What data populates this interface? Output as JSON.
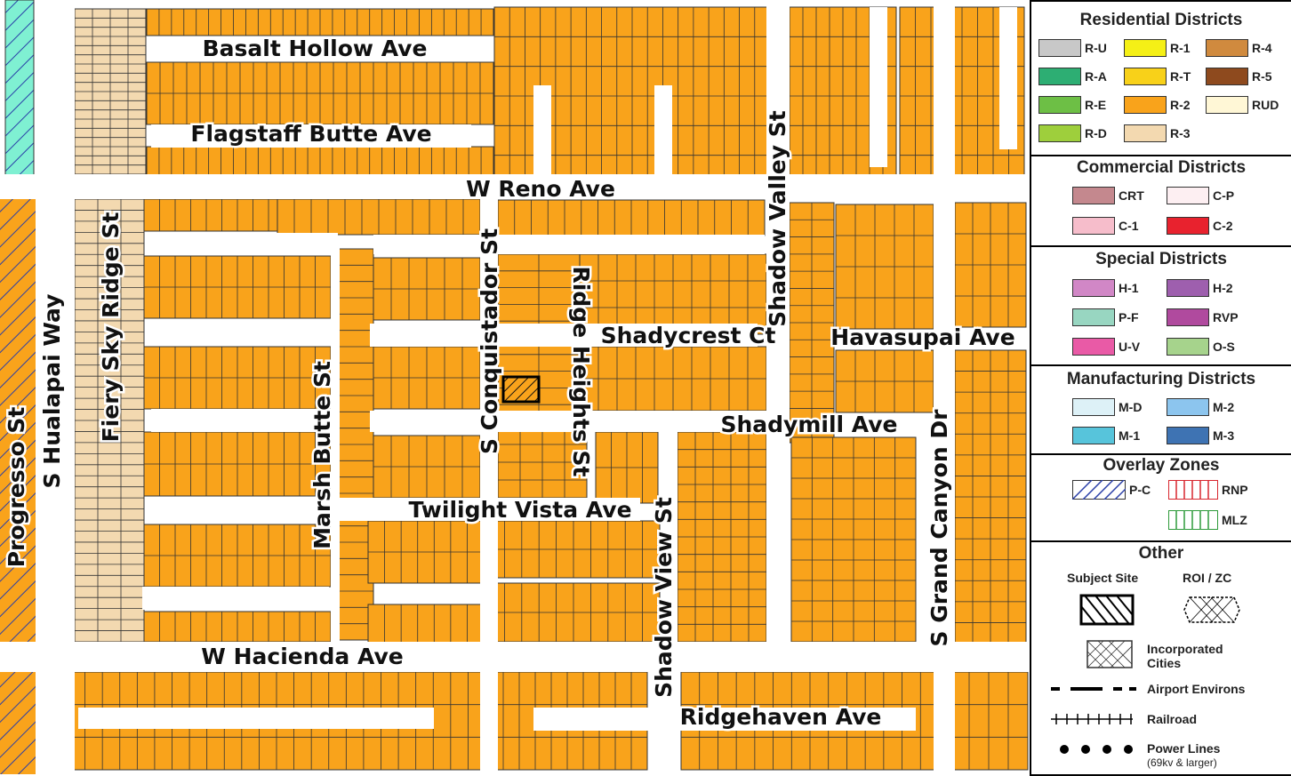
{
  "map": {
    "streets_horizontal": [
      "Basalt Hollow Ave",
      "Flagstaff Butte Ave",
      "W Reno Ave",
      "Shadycrest Ct",
      "Havasupai Ave",
      "Shadymill Ave",
      "Twilight Vista Ave",
      "W Hacienda Ave",
      "Ridgehaven Ave"
    ],
    "streets_vertical": [
      "Progresso St",
      "S Hualapai Way",
      "Fiery Sky Ridge St",
      "Marsh Butte St",
      "S Conquistador St",
      "Ridge Heights St",
      "Shadow View St",
      "Shadow Valley St",
      "S Grand Canyon Dr"
    ],
    "colors": {
      "r2": "#F9A31B",
      "r3": "#F3D9B0",
      "pf": "#7FF0D2",
      "parcel_line": "#333333",
      "road": "#ffffff"
    }
  },
  "legend": {
    "residential": {
      "title": "Residential Districts",
      "items": [
        {
          "code": "R-U",
          "color": "#C8C8C8"
        },
        {
          "code": "R-1",
          "color": "#F5F016"
        },
        {
          "code": "R-4",
          "color": "#D08A3E"
        },
        {
          "code": "R-A",
          "color": "#2DAE73"
        },
        {
          "code": "R-T",
          "color": "#F8D119"
        },
        {
          "code": "R-5",
          "color": "#8E4A1E"
        },
        {
          "code": "R-E",
          "color": "#6DBF45"
        },
        {
          "code": "R-2",
          "color": "#F9A31B"
        },
        {
          "code": "RUD",
          "color": "#FFF7D6"
        },
        {
          "code": "R-D",
          "color": "#9ECF3C"
        },
        {
          "code": "R-3",
          "color": "#F3D9B0"
        }
      ]
    },
    "commercial": {
      "title": "Commercial Districts",
      "items": [
        {
          "code": "CRT",
          "color": "#C4888E"
        },
        {
          "code": "C-P",
          "color": "#FDEFF2"
        },
        {
          "code": "C-1",
          "color": "#F6BDCB"
        },
        {
          "code": "C-2",
          "color": "#E8222E"
        }
      ]
    },
    "special": {
      "title": "Special Districts",
      "items": [
        {
          "code": "H-1",
          "color": "#D187C6"
        },
        {
          "code": "H-2",
          "color": "#9E5FAE"
        },
        {
          "code": "P-F",
          "color": "#98D6C1"
        },
        {
          "code": "RVP",
          "color": "#B04A9E"
        },
        {
          "code": "U-V",
          "color": "#E95AA6"
        },
        {
          "code": "O-S",
          "color": "#A6D38C"
        }
      ]
    },
    "manufacturing": {
      "title": "Manufacturing Districts",
      "items": [
        {
          "code": "M-D",
          "color": "#DDF1F7"
        },
        {
          "code": "M-2",
          "color": "#8CC5EE"
        },
        {
          "code": "M-1",
          "color": "#57C4DB"
        },
        {
          "code": "M-3",
          "color": "#3E73B3"
        }
      ]
    },
    "overlay": {
      "title": "Overlay Zones",
      "items": [
        {
          "code": "P-C"
        },
        {
          "code": "RNP"
        },
        {
          "code": "MLZ"
        }
      ]
    },
    "other": {
      "title": "Other",
      "subject_site": "Subject Site",
      "roi_zc": "ROI / ZC",
      "incorporated": "Incorporated Cities",
      "airport": "Airport Environs",
      "railroad": "Railroad",
      "power": "Power Lines",
      "power_note": "(69kv & larger)"
    }
  }
}
